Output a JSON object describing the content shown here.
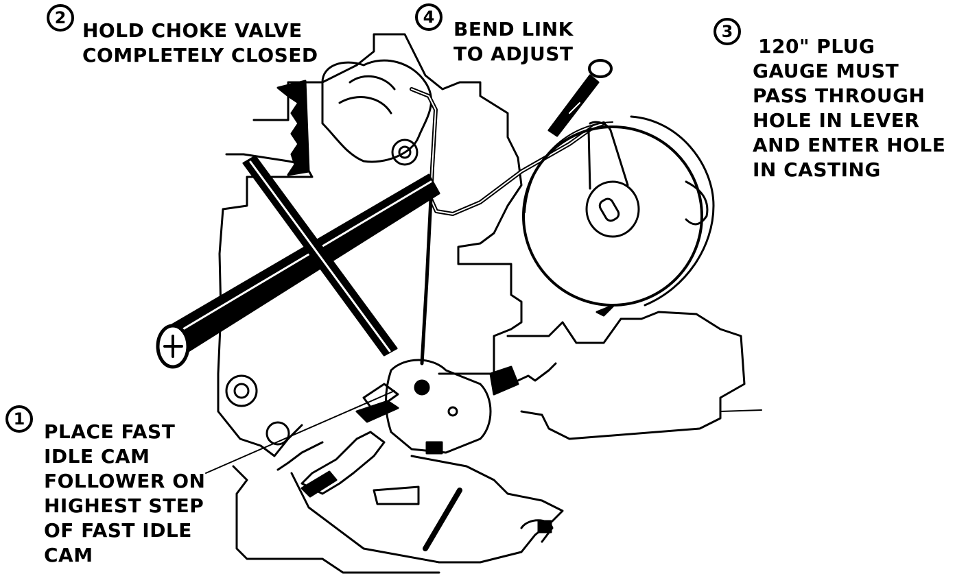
{
  "steps": [
    {
      "number": "1",
      "lines": [
        "PLACE FAST",
        "IDLE CAM",
        "FOLLOWER ON",
        "HIGHEST STEP",
        "OF FAST IDLE",
        "CAM"
      ]
    },
    {
      "number": "2",
      "lines": [
        "HOLD CHOKE VALVE",
        "COMPLETELY CLOSED"
      ]
    },
    {
      "number": "3",
      "lines": [
        "120\" PLUG",
        "GAUGE MUST",
        "PASS THROUGH",
        "HOLE IN LEVER",
        "AND ENTER HOLE",
        "IN CASTING"
      ]
    },
    {
      "number": "4",
      "lines": [
        "BEND LINK",
        "TO ADJUST"
      ]
    }
  ],
  "colors": {
    "ink": "#000000",
    "paper": "#ffffff"
  }
}
